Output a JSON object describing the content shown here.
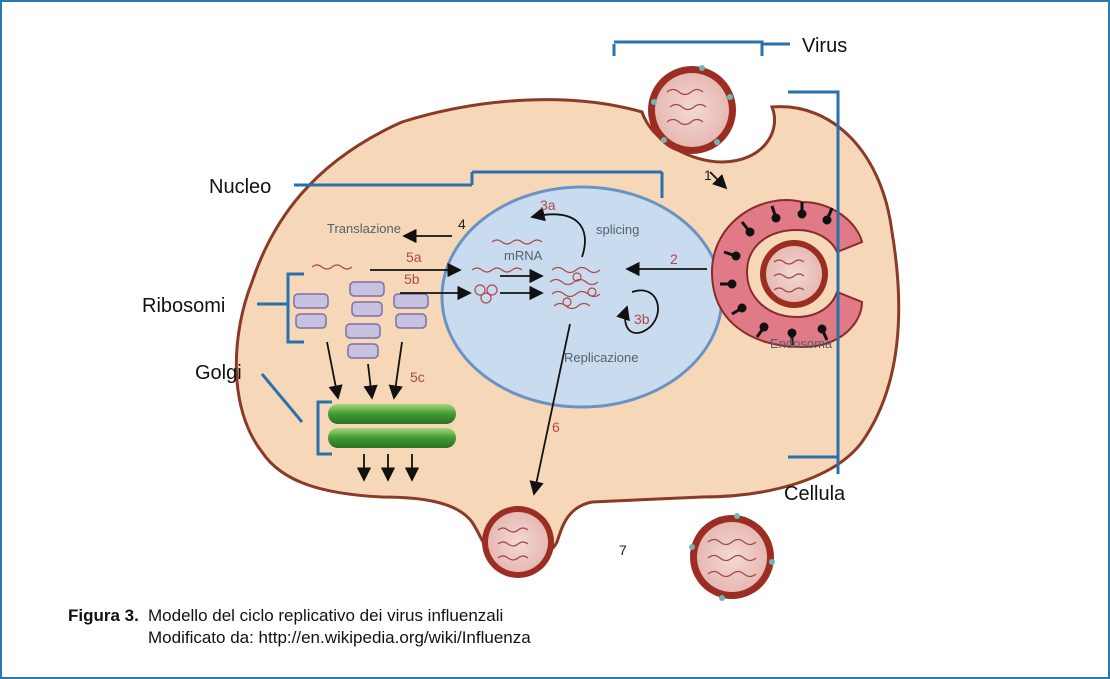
{
  "labels": {
    "virus": "Virus",
    "nucleo": "Nucleo",
    "ribosomi": "Ribosomi",
    "golgi": "Golgi",
    "cellula": "Cellula",
    "translazione": "Translazione",
    "mrna": "mRNA",
    "splicing": "splicing",
    "replicazione": "Replicazione",
    "endosoma": "Endosoma"
  },
  "steps": {
    "s1": "1",
    "s2": "2",
    "s3a": "3a",
    "s3b": "3b",
    "s4": "4",
    "s5a": "5a",
    "s5b": "5b",
    "s5c": "5c",
    "s6": "6",
    "s7": "7"
  },
  "caption": {
    "figure_label": "Figura 3.",
    "line1": "Modello del ciclo replicativo dei virus influenzali",
    "line2": "Modificato da: http://en.wikipedia.org/wiki/Influenza"
  },
  "colors": {
    "cell_fill": "#f6d8b8",
    "cell_border": "#8a3a26",
    "nucleus_fill": "#c9dcef",
    "nucleus_border": "#6a93c4",
    "bracket": "#2a6fb0",
    "golgi": "#3a9a3a",
    "virus_red": "#9b2d22"
  }
}
